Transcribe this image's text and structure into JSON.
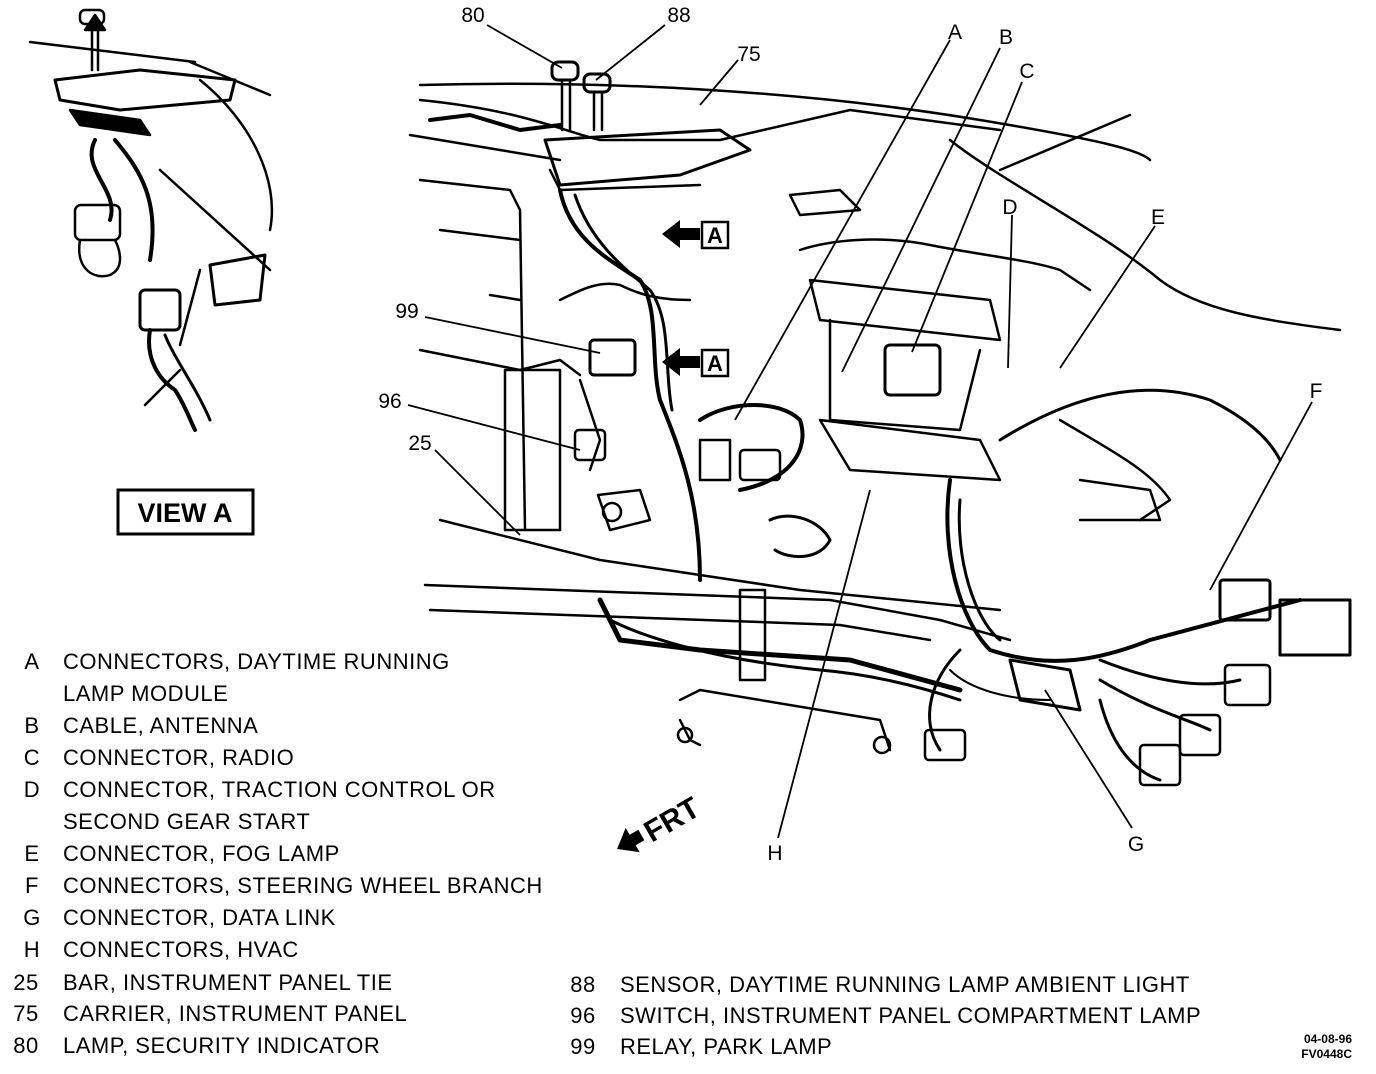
{
  "view_label": "VIEW A",
  "view_ref_marker": "A",
  "front_label": "FRT",
  "image_code": [
    "04-08-96",
    "FV0448C"
  ],
  "callouts": {
    "c80": "80",
    "c88": "88",
    "c75": "75",
    "c99": "99",
    "c96": "96",
    "c25": "25",
    "A": "A",
    "B": "B",
    "C": "C",
    "D": "D",
    "E": "E",
    "F": "F",
    "G": "G",
    "H": "H"
  },
  "legend_left": [
    {
      "key": "A",
      "text": "CONNECTORS, DAYTIME RUNNING"
    },
    {
      "key": "",
      "text": "LAMP MODULE"
    },
    {
      "key": "B",
      "text": "CABLE, ANTENNA"
    },
    {
      "key": "C",
      "text": "CONNECTOR, RADIO"
    },
    {
      "key": "D",
      "text": "CONNECTOR, TRACTION CONTROL OR"
    },
    {
      "key": "",
      "text": "SECOND GEAR START"
    },
    {
      "key": "E",
      "text": "CONNECTOR, FOG LAMP"
    },
    {
      "key": "F",
      "text": "CONNECTORS, STEERING WHEEL BRANCH"
    },
    {
      "key": "G",
      "text": "CONNECTOR, DATA LINK"
    },
    {
      "key": "H",
      "text": "CONNECTORS, HVAC"
    },
    {
      "key": "25",
      "text": "BAR, INSTRUMENT PANEL TIE"
    },
    {
      "key": "75",
      "text": "CARRIER, INSTRUMENT PANEL"
    },
    {
      "key": "80",
      "text": "LAMP, SECURITY INDICATOR"
    }
  ],
  "legend_right": [
    {
      "key": "88",
      "text": "SENSOR, DAYTIME RUNNING LAMP AMBIENT LIGHT"
    },
    {
      "key": "96",
      "text": "SWITCH, INSTRUMENT PANEL COMPARTMENT LAMP"
    },
    {
      "key": "99",
      "text": "RELAY, PARK LAMP"
    }
  ]
}
